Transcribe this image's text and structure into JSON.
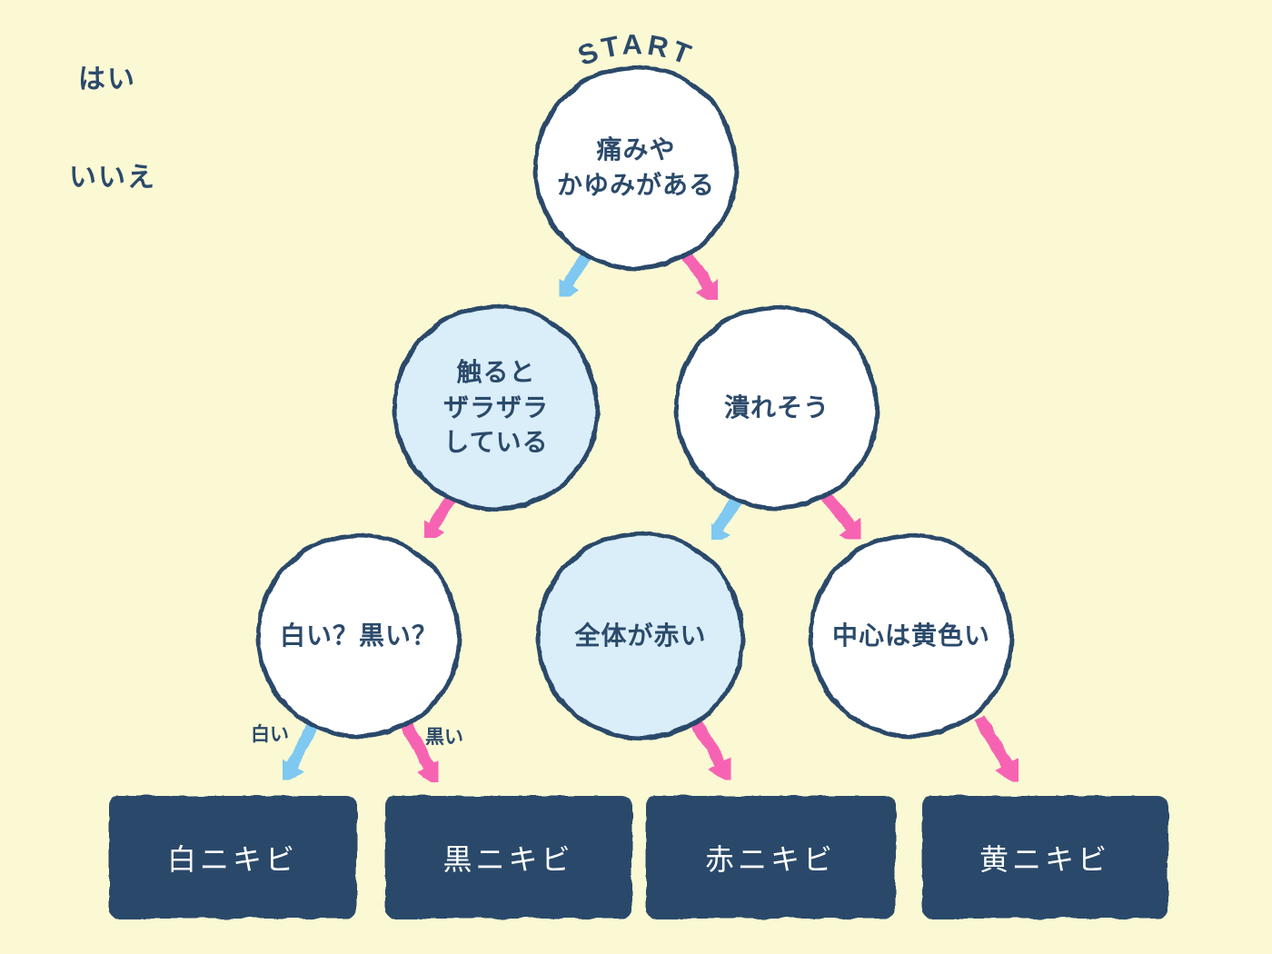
{
  "start_label": "START",
  "legend": {
    "yes_label": "はい",
    "no_label": "いいえ"
  },
  "nodes": {
    "pain_itch": {
      "lines": [
        "痛みや",
        "かゆみがある"
      ],
      "fill": "white"
    },
    "rough_touch": {
      "lines": [
        "触ると",
        "ザラザラ",
        "している"
      ],
      "fill": "lightblue"
    },
    "about_to_pop": {
      "lines": [
        "潰れそう"
      ],
      "fill": "white"
    },
    "white_or_black": {
      "lines": [
        "白い？黒い？"
      ],
      "fill": "white"
    },
    "all_red": {
      "lines": [
        "全体が赤い"
      ],
      "fill": "lightblue"
    },
    "center_yellow": {
      "lines": [
        "中心は黄色い"
      ],
      "fill": "white"
    }
  },
  "edge_labels": {
    "white": "白い",
    "black": "黒い"
  },
  "results": {
    "white": "白ニキビ",
    "black": "黒ニキビ",
    "red": "赤ニキビ",
    "yellow": "黄ニキビ"
  },
  "edges": [
    {
      "from": "痛みやかゆみがある",
      "answer": "いいえ",
      "to": "触るとザラザラしている"
    },
    {
      "from": "痛みやかゆみがある",
      "answer": "はい",
      "to": "潰れそう"
    },
    {
      "from": "触るとザラザラしている",
      "answer": "いいえ",
      "to": "潰れそう"
    },
    {
      "from": "触るとザラザラしている",
      "answer": "はい",
      "to": "白い？黒い？"
    },
    {
      "from": "潰れそう",
      "answer": "いいえ",
      "to": "全体が赤い"
    },
    {
      "from": "潰れそう",
      "answer": "はい",
      "to": "中心は黄色い"
    },
    {
      "from": "全体が赤い",
      "answer": "いいえ",
      "to": "中心は黄色い"
    },
    {
      "from": "白い？黒い？",
      "answer": "白い",
      "to": "白ニキビ"
    },
    {
      "from": "白い？黒い？",
      "answer": "黒い",
      "to": "黒ニキビ"
    },
    {
      "from": "全体が赤い",
      "answer": "はい",
      "to": "赤ニキビ"
    },
    {
      "from": "中心は黄色い",
      "answer": "はい",
      "to": "黄ニキビ"
    }
  ],
  "colors": {
    "background": "#FBF9D3",
    "navy": "#2B4A6B",
    "node_fill_white": "#FFFFFF",
    "node_fill_blue": "#D9EEF9",
    "yes_pink": "#F763B3",
    "no_blue": "#7EC8F2",
    "box_fill": "#2B4A6B",
    "box_text": "#FFFFFF"
  }
}
